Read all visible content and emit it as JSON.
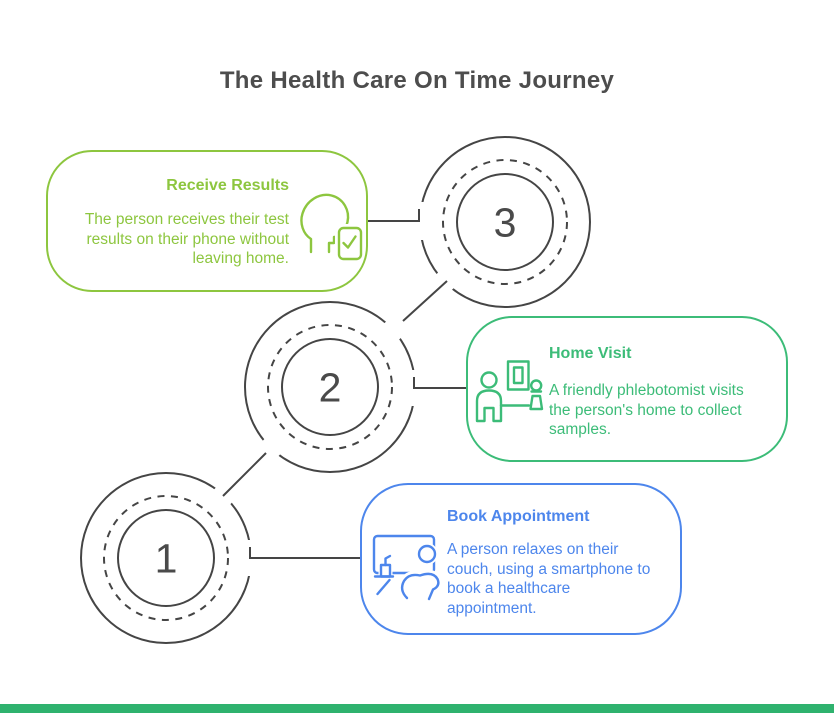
{
  "title": "The Health Care On Time Journey",
  "steps": [
    {
      "number": "1",
      "title": "Book Appointment",
      "body_lines": [
        "A person relaxes on their",
        "couch, using a smartphone to",
        "book a healthcare",
        "appointment."
      ],
      "accent_color": "#4D86EC",
      "icon": "person-on-couch-with-smartphone-icon"
    },
    {
      "number": "2",
      "title": "Home Visit",
      "body_lines": [
        "A friendly phlebotomist visits",
        "the person's home to collect",
        "samples."
      ],
      "accent_color": "#3CBC78",
      "icon": "phlebotomist-home-visit-icon"
    },
    {
      "number": "3",
      "title": "Receive Results",
      "body_lines": [
        "The person receives their test",
        "results on their phone without",
        "leaving home."
      ],
      "accent_color": "#8DC63F",
      "icon": "head-profile-phone-check-icon"
    }
  ],
  "colors": {
    "outline": "#454545",
    "title_text": "#4D4D4D",
    "number_text": "#4A4A4A",
    "footer_bar": "#2FB26E",
    "background": "#FFFFFF"
  }
}
